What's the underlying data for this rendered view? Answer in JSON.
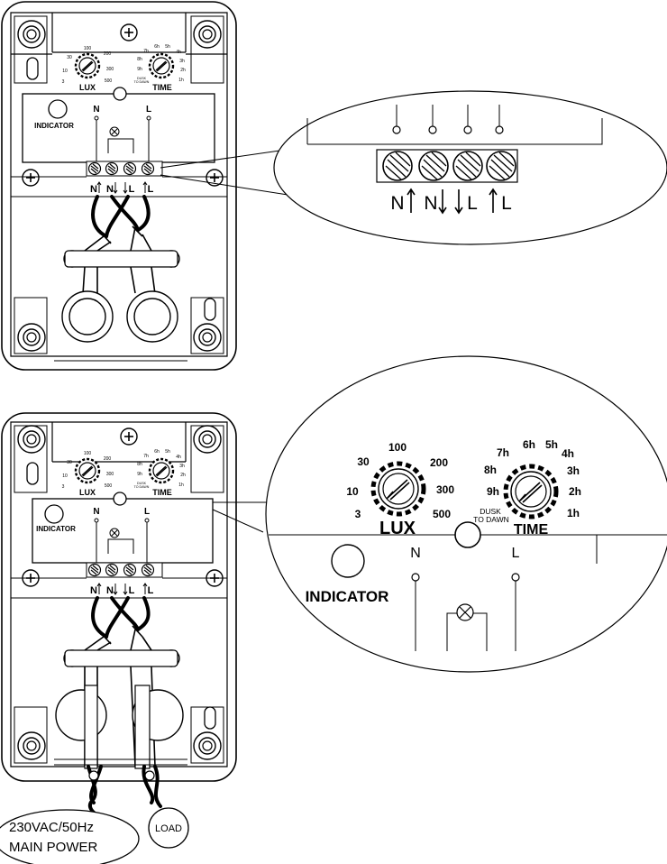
{
  "top_unit": {
    "lux_dial": {
      "label": "LUX",
      "ticks": [
        "3",
        "10",
        "30",
        "100",
        "200",
        "300",
        "500"
      ]
    },
    "time_dial": {
      "label": "TIME",
      "ticks": [
        "9h",
        "8h",
        "7h",
        "6h",
        "5h",
        "4h",
        "3h",
        "2h",
        "1h"
      ],
      "dusk_line1": "DUSK",
      "dusk_line2": "TO DAWN"
    },
    "indicator_label": "INDICATOR",
    "n_label": "N",
    "l_label": "L",
    "terminal_labels": [
      "N",
      "N",
      "L",
      "L"
    ]
  },
  "top_zoom": {
    "terminal_labels": [
      "N",
      "N",
      "L",
      "L"
    ]
  },
  "bottom_unit": {
    "lux_dial": {
      "label": "LUX",
      "ticks": [
        "3",
        "10",
        "30",
        "100",
        "200",
        "300",
        "500"
      ]
    },
    "time_dial": {
      "label": "TIME",
      "ticks": [
        "9h",
        "8h",
        "7h",
        "6h",
        "5h",
        "4h",
        "3h",
        "2h",
        "1h"
      ],
      "dusk_line1": "DUSK",
      "dusk_line2": "TO DAWN"
    },
    "indicator_label": "INDICATOR",
    "n_label": "N",
    "l_label": "L",
    "terminal_labels": [
      "N",
      "N",
      "L",
      "L"
    ]
  },
  "bottom_zoom": {
    "lux_dial": {
      "label": "LUX",
      "ticks": [
        "3",
        "10",
        "30",
        "100",
        "200",
        "300",
        "500"
      ]
    },
    "time_dial": {
      "label": "TIME",
      "ticks": [
        "9h",
        "8h",
        "7h",
        "6h",
        "5h",
        "4h",
        "3h",
        "2h",
        "1h"
      ],
      "dusk_line1": "DUSK",
      "dusk_line2": "TO DAWN"
    },
    "indicator_label": "INDICATOR",
    "n_label": "N",
    "l_label": "L"
  },
  "connections": {
    "main_power_line1": "230VAC/50Hz",
    "main_power_line2": "MAIN POWER",
    "load_label": "LOAD"
  }
}
